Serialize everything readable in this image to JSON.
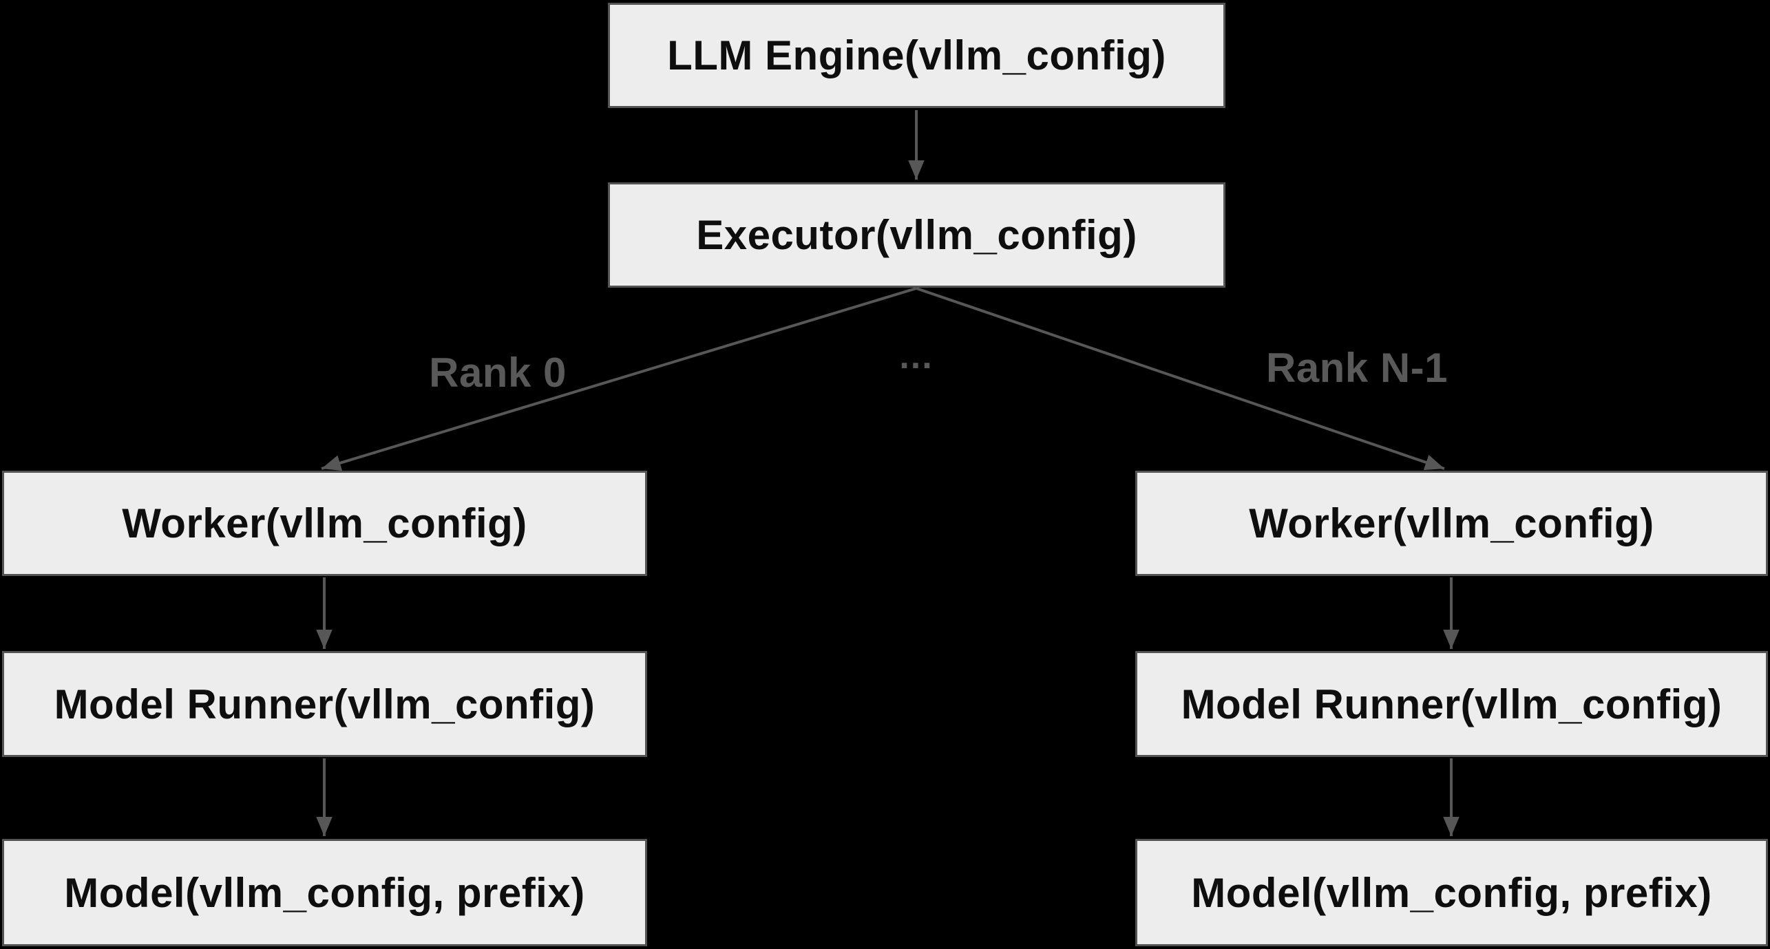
{
  "colors": {
    "background": "#000000",
    "node-fill": "#ededed",
    "node-border": "#545454",
    "node-text": "#0e0e0e",
    "edge": "#575757",
    "edge-label": "#595959"
  },
  "diagram": {
    "nodes": {
      "llm_engine": "LLM Engine(vllm_config)",
      "executor": "Executor(vllm_config)",
      "worker_rank0": "Worker(vllm_config)",
      "worker_rankn": "Worker(vllm_config)",
      "model_runner_rank0": "Model Runner(vllm_config)",
      "model_runner_rankn": "Model Runner(vllm_config)",
      "model_rank0": "Model(vllm_config, prefix)",
      "model_rankn": "Model(vllm_config, prefix)"
    },
    "edge_labels": {
      "rank0": "Rank 0",
      "ellipsis": "...",
      "rank_n_minus_1": "Rank N-1"
    }
  }
}
